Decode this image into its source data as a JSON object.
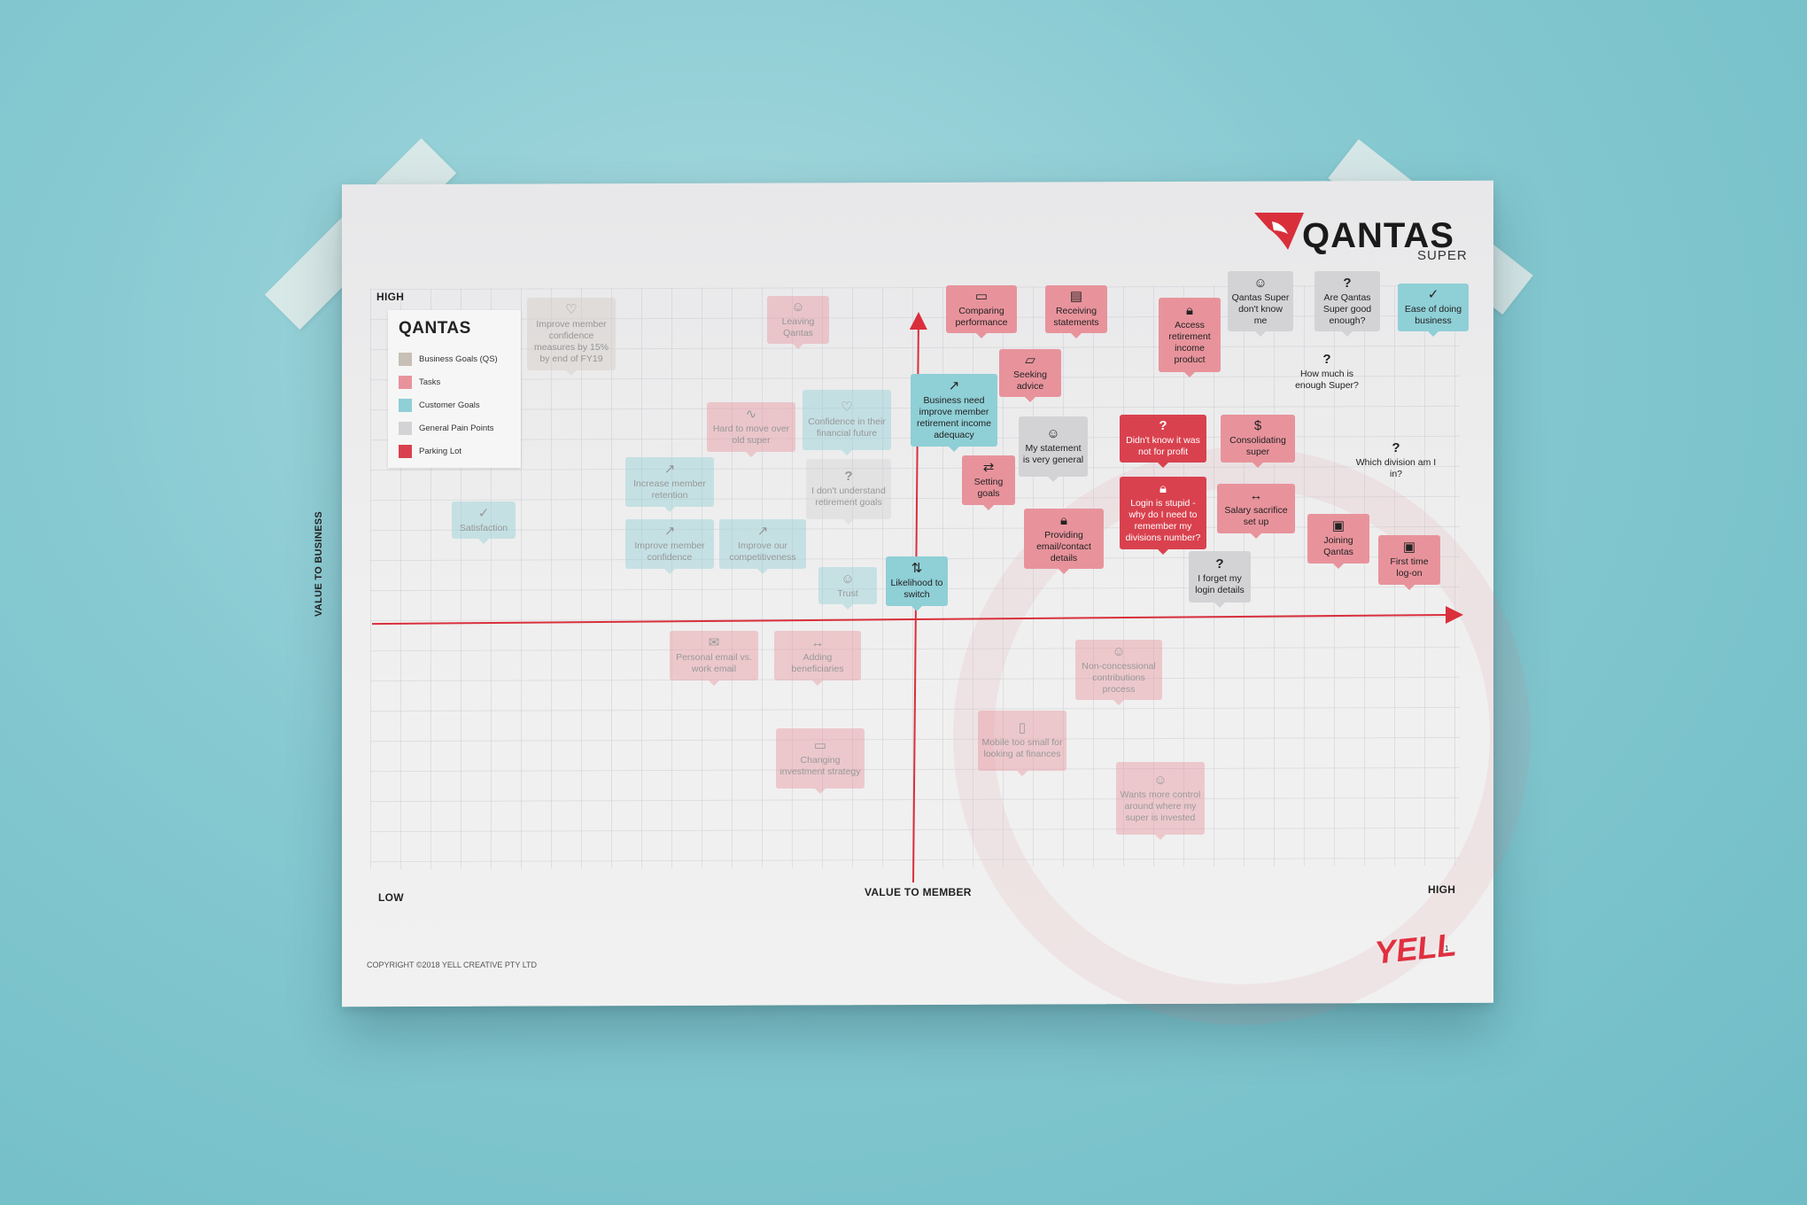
{
  "brand": {
    "logo_text": "QANTAS",
    "logo_sub": "SUPER",
    "yell_text": "YELL",
    "page_number": "1",
    "copyright": "COPYRIGHT ©2018 YELL CREATIVE PTY LTD",
    "accent_color": "#d9414e"
  },
  "axes": {
    "y_high": "HIGH",
    "y_label": "VALUE TO BUSINESS",
    "x_low": "LOW",
    "x_label": "VALUE TO MEMBER",
    "x_high": "HIGH"
  },
  "legend": {
    "title": "QANTAS",
    "items": [
      {
        "label": "Business Goals (QS)",
        "color": "#c8bfb6"
      },
      {
        "label": "Tasks",
        "color": "#e8939c"
      },
      {
        "label": "Customer Goals",
        "color": "#8fcfd6"
      },
      {
        "label": "General Pain Points",
        "color": "#d3d3d6"
      },
      {
        "label": "Parking Lot",
        "color": "#d9414e"
      }
    ]
  },
  "cards": [
    {
      "text": "Improve member confidence measures by 15% by end of FY19",
      "category": "business-goal",
      "icon": "heart-chat-icon",
      "faded": true
    },
    {
      "text": "Leaving Qantas",
      "category": "task",
      "icon": "person-exit-icon",
      "faded": true
    },
    {
      "text": "Comparing performance",
      "category": "task",
      "icon": "monitor-chart-icon",
      "faded": false
    },
    {
      "text": "Receiving statements",
      "category": "task",
      "icon": "document-icon",
      "faded": false
    },
    {
      "text": "Access retirement income product",
      "category": "task",
      "icon": "lock-icon",
      "faded": false
    },
    {
      "text": "Qantas Super don't know me",
      "category": "pain-point",
      "icon": "person-icon",
      "faded": false
    },
    {
      "text": "Are Qantas Super good enough?",
      "category": "pain-point",
      "icon": "question-icon",
      "faded": false
    },
    {
      "text": "Ease of doing business",
      "category": "customer-goal",
      "icon": "check-circle-icon",
      "faded": false
    },
    {
      "text": "How much is enough Super?",
      "category": "pain-point",
      "icon": "question-icon",
      "faded": false
    },
    {
      "text": "Seeking advice",
      "category": "task",
      "icon": "chat-icon",
      "faded": false
    },
    {
      "text": "Business need improve member retirement income adequacy",
      "category": "customer-goal",
      "icon": "trend-up-icon",
      "faded": false
    },
    {
      "text": "Confidence in their financial future",
      "category": "customer-goal",
      "icon": "heart-chat-icon",
      "faded": true
    },
    {
      "text": "Hard to move over old super",
      "category": "task",
      "icon": "path-icon",
      "faded": true
    },
    {
      "text": "My statement is very general",
      "category": "pain-point",
      "icon": "person-icon",
      "faded": false
    },
    {
      "text": "Didn't know it was not for profit",
      "category": "parking-lot",
      "icon": "question-icon",
      "faded": false
    },
    {
      "text": "Consolidating super",
      "category": "task",
      "icon": "dollar-icon",
      "faded": false
    },
    {
      "text": "Which division am I in?",
      "category": "pain-point",
      "icon": "question-icon",
      "faded": false
    },
    {
      "text": "Increase member retention",
      "category": "customer-goal",
      "icon": "trend-up-icon",
      "faded": true
    },
    {
      "text": "I don't understand retirement goals",
      "category": "pain-point",
      "icon": "question-icon",
      "faded": true
    },
    {
      "text": "Setting goals",
      "category": "task",
      "icon": "target-arrows-icon",
      "faded": false
    },
    {
      "text": "Login is stupid - why do I need to remember my divisions number?",
      "category": "parking-lot",
      "icon": "lock-icon",
      "faded": false
    },
    {
      "text": "Salary sacrifice set up",
      "category": "task",
      "icon": "dollar-arrows-icon",
      "faded": false
    },
    {
      "text": "Satisfaction",
      "category": "customer-goal",
      "icon": "check-icon",
      "faded": true
    },
    {
      "text": "Providing email/contact details",
      "category": "task",
      "icon": "lock-icon",
      "faded": false
    },
    {
      "text": "Joining Qantas",
      "category": "task",
      "icon": "id-card-icon",
      "faded": false
    },
    {
      "text": "First time log-on",
      "category": "task",
      "icon": "id-card-icon",
      "faded": false
    },
    {
      "text": "Improve member confidence",
      "category": "customer-goal",
      "icon": "trend-up-icon",
      "faded": true
    },
    {
      "text": "Improve our competitiveness",
      "category": "customer-goal",
      "icon": "trend-up-icon",
      "faded": true
    },
    {
      "text": "Trust",
      "category": "customer-goal",
      "icon": "person-icon",
      "faded": true
    },
    {
      "text": "Likelihood to switch",
      "category": "customer-goal",
      "icon": "switch-icon",
      "faded": false
    },
    {
      "text": "I forget my login details",
      "category": "pain-point",
      "icon": "question-icon",
      "faded": false
    },
    {
      "text": "Personal email vs. work email",
      "category": "task",
      "icon": "envelope-icon",
      "faded": true
    },
    {
      "text": "Adding beneficiaries",
      "category": "task",
      "icon": "dollar-arrows-icon",
      "faded": true
    },
    {
      "text": "Non-concessional contributions process",
      "category": "task",
      "icon": "head-icon",
      "faded": true
    },
    {
      "text": "Mobile too small for looking at finances",
      "category": "task",
      "icon": "mobile-icon",
      "faded": true
    },
    {
      "text": "Changing investment strategy",
      "category": "task",
      "icon": "presentation-icon",
      "faded": true
    },
    {
      "text": "Wants more control around where my super is invested",
      "category": "task",
      "icon": "head-icon",
      "faded": true
    }
  ]
}
